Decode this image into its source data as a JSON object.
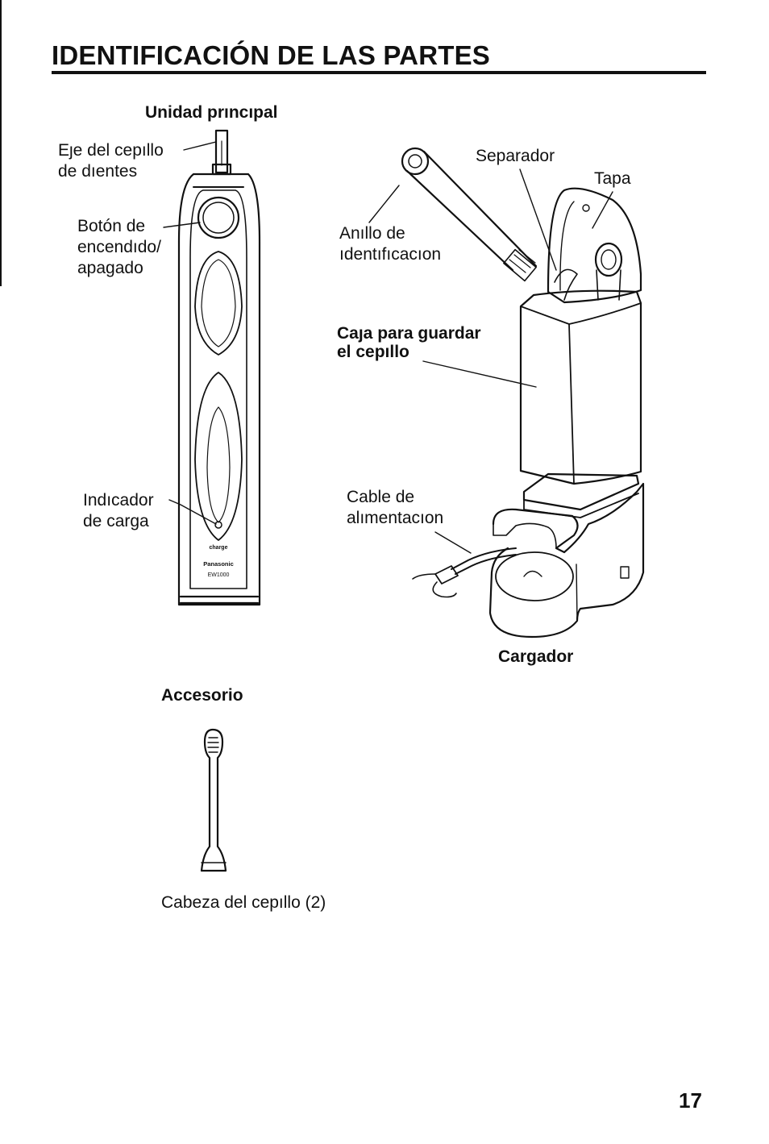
{
  "page": {
    "title": "IDENTIFICACIÓN DE LAS PARTES",
    "page_number": "17"
  },
  "main_unit": {
    "heading": "Unidad prıncıpal",
    "label_shaft": "Eȷe del cepıllo\nde dıentes",
    "label_switch": "Botón de\nencendıdo/\napagado",
    "label_indicator": "Indıcador\nde carga",
    "handle_text_charge": "charge",
    "handle_text_brand": "Panasonic",
    "handle_text_model": "EW1000"
  },
  "charger_unit": {
    "label_separator": "Separador",
    "label_lid": "Tapa",
    "label_ring": "Anıllo de\nıdentıfıcacıon",
    "label_case": "Caȷa para guardar\nel cepıllo",
    "label_cord": "Cable de\nalımentacıon",
    "caption": "Cargador"
  },
  "accessory": {
    "heading": "Accesorio",
    "caption": "Cabeza del cepıllo (2)"
  }
}
